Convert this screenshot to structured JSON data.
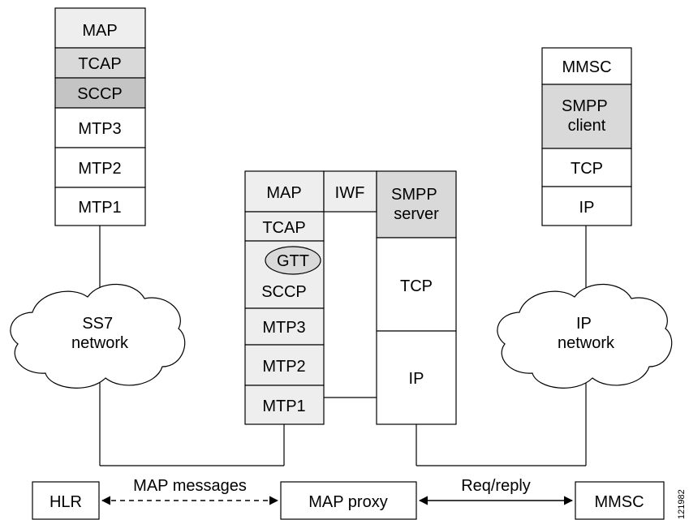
{
  "colors": {
    "white": "#ffffff",
    "light_gray": "#eeeeee",
    "mid_gray": "#d9d9d9",
    "dark_gray": "#c4c4c4",
    "stroke": "#000000"
  },
  "left_stack": {
    "layers": [
      {
        "label": "MAP",
        "fill": "light_gray"
      },
      {
        "label": "TCAP",
        "fill": "mid_gray"
      },
      {
        "label": "SCCP",
        "fill": "dark_gray"
      },
      {
        "label": "MTP3",
        "fill": "white"
      },
      {
        "label": "MTP2",
        "fill": "white"
      },
      {
        "label": "MTP1",
        "fill": "white"
      }
    ]
  },
  "middle_stack": {
    "ss7_side": [
      {
        "label": "MAP",
        "fill": "light_gray"
      },
      {
        "label": "TCAP",
        "fill": "light_gray"
      },
      {
        "label": "SCCP",
        "fill": "light_gray"
      },
      {
        "label": "MTP3",
        "fill": "light_gray"
      },
      {
        "label": "MTP2",
        "fill": "light_gray"
      },
      {
        "label": "MTP1",
        "fill": "light_gray"
      }
    ],
    "gtt_label": "GTT",
    "iwf_label": "IWF",
    "ip_side": [
      {
        "label": "SMPP\nserver",
        "fill": "mid_gray"
      },
      {
        "label": "TCP",
        "fill": "white"
      },
      {
        "label": "IP",
        "fill": "white"
      }
    ]
  },
  "right_stack": {
    "layers": [
      {
        "label": "MMSC",
        "fill": "white"
      },
      {
        "label": "SMPP\nclient",
        "fill": "mid_gray"
      },
      {
        "label": "TCP",
        "fill": "white"
      },
      {
        "label": "IP",
        "fill": "white"
      }
    ]
  },
  "clouds": {
    "ss7": "SS7\nnetwork",
    "ip": "IP\nnetwork"
  },
  "bottom": {
    "hlr": "HLR",
    "map_proxy": "MAP proxy",
    "mmsc": "MMSC",
    "map_messages": "MAP messages",
    "req_reply": "Req/reply"
  },
  "figure_id": "121982"
}
